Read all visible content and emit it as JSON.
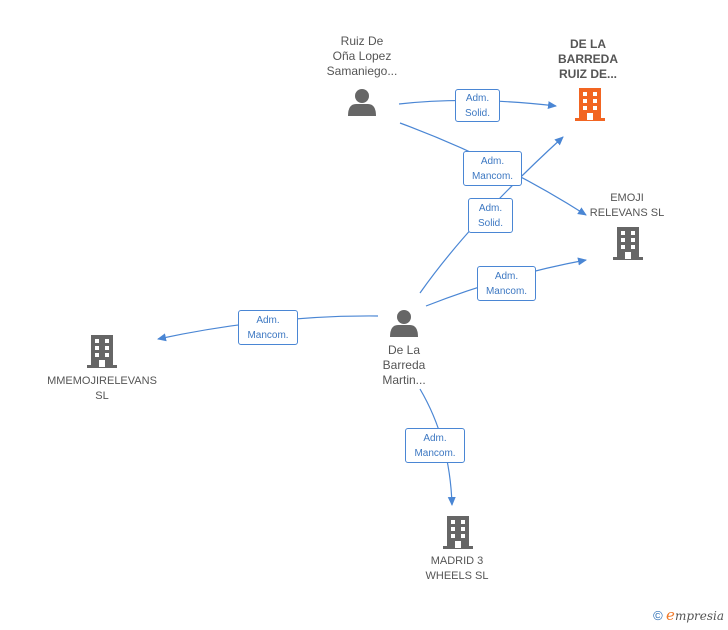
{
  "nodes": {
    "ruiz": {
      "lines": [
        "Ruiz De",
        "Oña Lopez",
        "Samaniego..."
      ],
      "icon": "person-icon"
    },
    "delabarreda_ruiz": {
      "lines": [
        "DE LA",
        "BARREDA",
        "RUIZ DE..."
      ],
      "icon": "building-icon",
      "color": "#f26522"
    },
    "emoji": {
      "lines": [
        "EMOJI",
        "RELEVANS  SL"
      ],
      "icon": "building-icon",
      "color": "#666666"
    },
    "martin": {
      "lines": [
        "De La",
        "Barreda",
        "Martin..."
      ],
      "icon": "person-icon"
    },
    "mmemoji": {
      "lines": [
        "MMEMOJIRELEVANS",
        "SL"
      ],
      "icon": "building-icon",
      "color": "#666666"
    },
    "madrid": {
      "lines": [
        "MADRID 3",
        "WHEELS  SL"
      ],
      "icon": "building-icon",
      "color": "#666666"
    }
  },
  "edges": [
    {
      "from": "ruiz",
      "to": "delabarreda_ruiz",
      "label": [
        "Adm.",
        "Solid."
      ]
    },
    {
      "from": "ruiz",
      "to": "emoji",
      "label": [
        "Adm.",
        "Mancom."
      ]
    },
    {
      "from": "martin",
      "to": "delabarreda_ruiz",
      "label": [
        "Adm.",
        "Solid."
      ]
    },
    {
      "from": "martin",
      "to": "emoji",
      "label": [
        "Adm.",
        "Mancom."
      ]
    },
    {
      "from": "martin",
      "to": "mmemoji",
      "label": [
        "Adm.",
        "Mancom."
      ]
    },
    {
      "from": "martin",
      "to": "madrid",
      "label": [
        "Adm.",
        "Mancom."
      ]
    }
  ],
  "colors": {
    "edge": "#4a86d4",
    "person": "#666666",
    "focus": "#f26522",
    "company": "#666666"
  },
  "footer": {
    "copyright": "©",
    "brand_initial": "e",
    "brand_rest": "mpresia"
  }
}
